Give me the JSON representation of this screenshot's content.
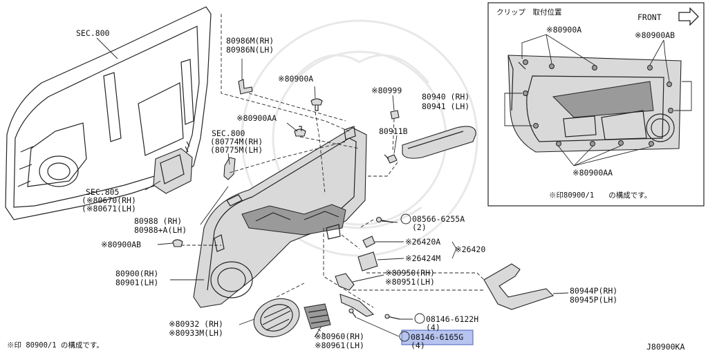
{
  "diagram_code": "J80900KA",
  "footnote": "※印 80900/1 の構成です。",
  "inset": {
    "title": "クリップ　取付位置",
    "front_label": "FRONT",
    "labels": [
      "※80900A",
      "※80900AB",
      "※80900AA"
    ],
    "footnote": "※印80900/1　　の構成です。"
  },
  "callouts": [
    {
      "id": "sec800a",
      "lines": [
        "SEC.800"
      ]
    },
    {
      "id": "p80986",
      "lines": [
        "80986M(RH)",
        "80986N(LH)"
      ]
    },
    {
      "id": "p80900a",
      "lines": [
        "※80900A"
      ]
    },
    {
      "id": "p80999",
      "lines": [
        "※80999"
      ]
    },
    {
      "id": "p80940",
      "lines": [
        "80940 (RH)",
        "80941 (LH)"
      ]
    },
    {
      "id": "p80900aa",
      "lines": [
        "※80900AA"
      ]
    },
    {
      "id": "p80911b",
      "lines": [
        "80911B"
      ]
    },
    {
      "id": "sec800b",
      "lines": [
        "SEC.800",
        "(80774M(RH)",
        "(80775M(LH)"
      ]
    },
    {
      "id": "sec805",
      "lines": [
        "SEC.805",
        "(※80670(RH)",
        "(※80671(LH)"
      ]
    },
    {
      "id": "p80988",
      "lines": [
        "80988   (RH)",
        "80988+A(LH)"
      ]
    },
    {
      "id": "p08566",
      "lines": [
        "08566-6255A",
        "(2)"
      ]
    },
    {
      "id": "p80900ab",
      "lines": [
        "※80900AB"
      ]
    },
    {
      "id": "p26420a",
      "lines": [
        "※26420A"
      ]
    },
    {
      "id": "p26420",
      "lines": [
        "※26420"
      ]
    },
    {
      "id": "p26424m",
      "lines": [
        "※26424M"
      ]
    },
    {
      "id": "p80900",
      "lines": [
        "80900(RH)",
        "80901(LH)"
      ]
    },
    {
      "id": "p80950",
      "lines": [
        "※80950(RH)",
        "※80951(LH)"
      ]
    },
    {
      "id": "p80944",
      "lines": [
        "80944P(RH)",
        "80945P(LH)"
      ]
    },
    {
      "id": "p08146a",
      "lines": [
        "08146-6122H",
        "(4)"
      ]
    },
    {
      "id": "p80932",
      "lines": [
        "※80932  (RH)",
        "※80933M(LH)"
      ]
    },
    {
      "id": "p80960",
      "lines": [
        "※80960(RH)",
        "※80961(LH)"
      ]
    },
    {
      "id": "p08146b",
      "lines": [
        "08146-6165G",
        "(4)"
      ]
    }
  ]
}
